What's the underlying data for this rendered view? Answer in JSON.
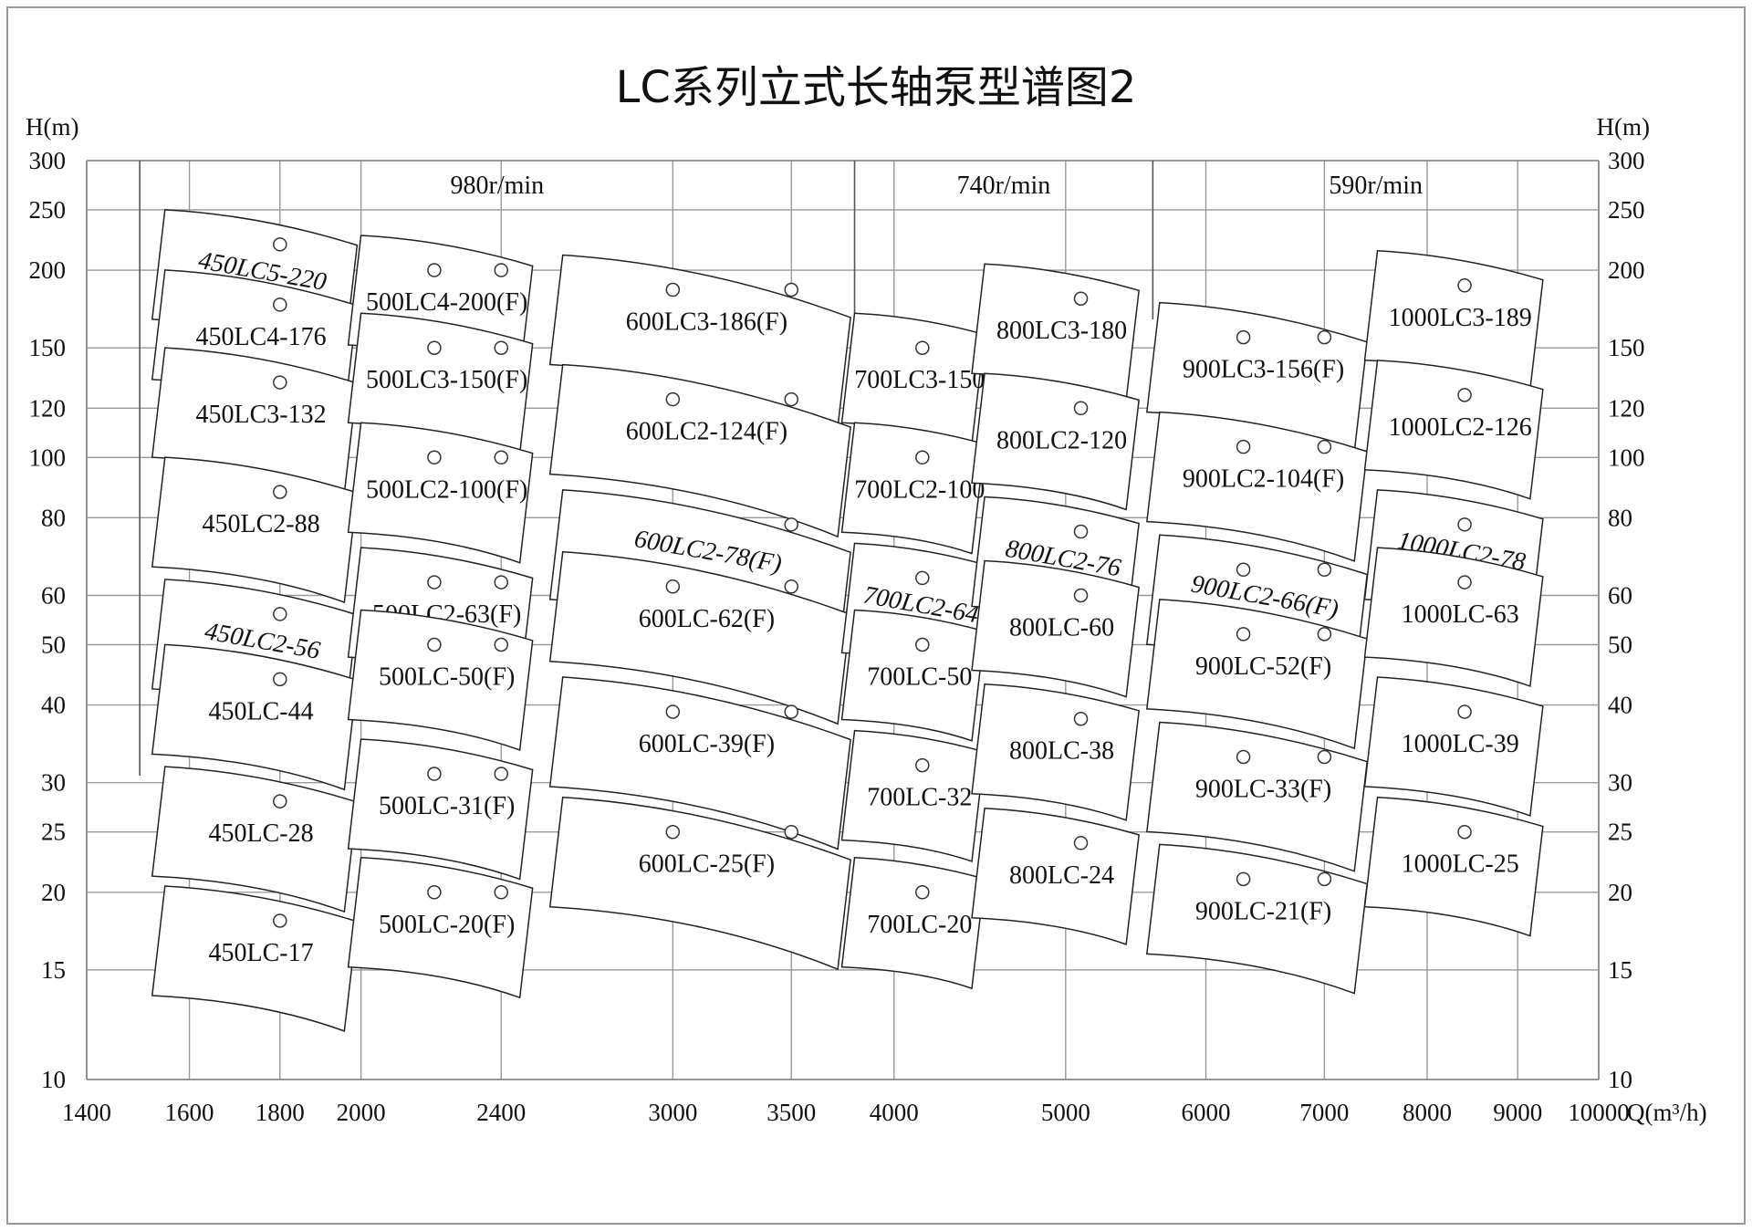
{
  "chart_data": {
    "type": "scatter",
    "title": "LC系列立式长轴泵型谱图2",
    "xlabel": "Q(m³/h)",
    "ylabel_left": "H(m)",
    "ylabel_right": "H(m)",
    "x_scale": "log",
    "y_scale": "log",
    "xlim": [
      1400,
      10000
    ],
    "ylim": [
      10,
      300
    ],
    "grid": true,
    "x_ticks": [
      1400,
      1600,
      1800,
      2000,
      2400,
      3000,
      3500,
      4000,
      5000,
      6000,
      7000,
      8000,
      9000,
      10000
    ],
    "y_ticks": [
      10,
      15,
      20,
      25,
      30,
      40,
      50,
      60,
      80,
      100,
      120,
      150,
      200,
      250,
      300
    ],
    "speed_bands": [
      {
        "label": "980r/min",
        "q_from": 1500,
        "q_to": 3800
      },
      {
        "label": "740r/min",
        "q_from": 3800,
        "q_to": 5600
      },
      {
        "label": "590r/min",
        "q_from": 5600,
        "q_to": 10000
      }
    ],
    "series": [
      {
        "name": "450LC5-220",
        "q": [
          1800
        ],
        "h": [
          220
        ],
        "italic": true
      },
      {
        "name": "450LC4-176",
        "q": [
          1800
        ],
        "h": [
          176
        ],
        "italic": false
      },
      {
        "name": "450LC3-132",
        "q": [
          1800
        ],
        "h": [
          132
        ],
        "italic": false
      },
      {
        "name": "450LC2-88",
        "q": [
          1800
        ],
        "h": [
          88
        ],
        "italic": false
      },
      {
        "name": "450LC2-56",
        "q": [
          1800
        ],
        "h": [
          56
        ],
        "italic": true
      },
      {
        "name": "450LC-44",
        "q": [
          1800
        ],
        "h": [
          44
        ],
        "italic": false
      },
      {
        "name": "450LC-28",
        "q": [
          1800
        ],
        "h": [
          28
        ],
        "italic": false
      },
      {
        "name": "450LC-17",
        "q": [
          1800
        ],
        "h": [
          18
        ],
        "italic": false
      },
      {
        "name": "500LC4-200(F)",
        "q": [
          2200,
          2400
        ],
        "h": [
          200,
          200
        ],
        "italic": false
      },
      {
        "name": "500LC3-150(F)",
        "q": [
          2200,
          2400
        ],
        "h": [
          150,
          150
        ],
        "italic": false
      },
      {
        "name": "500LC2-100(F)",
        "q": [
          2200,
          2400
        ],
        "h": [
          100,
          100
        ],
        "italic": false
      },
      {
        "name": "500LC2-63(F)",
        "q": [
          2200,
          2400
        ],
        "h": [
          63,
          63
        ],
        "italic": false
      },
      {
        "name": "500LC-50(F)",
        "q": [
          2200,
          2400
        ],
        "h": [
          50,
          50
        ],
        "italic": false
      },
      {
        "name": "500LC-31(F)",
        "q": [
          2200,
          2400
        ],
        "h": [
          31,
          31
        ],
        "italic": false
      },
      {
        "name": "500LC-20(F)",
        "q": [
          2200,
          2400
        ],
        "h": [
          20,
          20
        ],
        "italic": false
      },
      {
        "name": "600LC3-186(F)",
        "q": [
          3000,
          3500
        ],
        "h": [
          186,
          186
        ],
        "italic": false
      },
      {
        "name": "600LC2-124(F)",
        "q": [
          3000,
          3500
        ],
        "h": [
          124,
          124
        ],
        "italic": false
      },
      {
        "name": "600LC2-78(F)",
        "q": [
          3500
        ],
        "h": [
          78
        ],
        "italic": true
      },
      {
        "name": "600LC-62(F)",
        "q": [
          3000,
          3500
        ],
        "h": [
          62,
          62
        ],
        "italic": false
      },
      {
        "name": "600LC-39(F)",
        "q": [
          3000,
          3500
        ],
        "h": [
          39,
          39
        ],
        "italic": false
      },
      {
        "name": "600LC-25(F)",
        "q": [
          3000,
          3500
        ],
        "h": [
          25,
          25
        ],
        "italic": false
      },
      {
        "name": "700LC3-150",
        "q": [
          4150
        ],
        "h": [
          150
        ],
        "italic": false
      },
      {
        "name": "700LC2-100",
        "q": [
          4150
        ],
        "h": [
          100
        ],
        "italic": false
      },
      {
        "name": "700LC2-64",
        "q": [
          4150
        ],
        "h": [
          64
        ],
        "italic": true
      },
      {
        "name": "700LC-50",
        "q": [
          4150
        ],
        "h": [
          50
        ],
        "italic": false
      },
      {
        "name": "700LC-32",
        "q": [
          4150
        ],
        "h": [
          32
        ],
        "italic": false
      },
      {
        "name": "700LC-20",
        "q": [
          4150
        ],
        "h": [
          20
        ],
        "italic": false
      },
      {
        "name": "800LC3-180",
        "q": [
          5100
        ],
        "h": [
          180
        ],
        "italic": false
      },
      {
        "name": "800LC2-120",
        "q": [
          5100
        ],
        "h": [
          120
        ],
        "italic": false
      },
      {
        "name": "800LC2-76",
        "q": [
          5100
        ],
        "h": [
          76
        ],
        "italic": true
      },
      {
        "name": "800LC-60",
        "q": [
          5100
        ],
        "h": [
          60
        ],
        "italic": false
      },
      {
        "name": "800LC-38",
        "q": [
          5100
        ],
        "h": [
          38
        ],
        "italic": false
      },
      {
        "name": "800LC-24",
        "q": [
          5100
        ],
        "h": [
          24
        ],
        "italic": false
      },
      {
        "name": "900LC3-156(F)",
        "q": [
          6300,
          7000
        ],
        "h": [
          156,
          156
        ],
        "italic": false
      },
      {
        "name": "900LC2-104(F)",
        "q": [
          6300,
          7000
        ],
        "h": [
          104,
          104
        ],
        "italic": false
      },
      {
        "name": "900LC2-66(F)",
        "q": [
          6300,
          7000
        ],
        "h": [
          66,
          66
        ],
        "italic": true
      },
      {
        "name": "900LC-52(F)",
        "q": [
          6300,
          7000
        ],
        "h": [
          52,
          52
        ],
        "italic": false
      },
      {
        "name": "900LC-33(F)",
        "q": [
          6300,
          7000
        ],
        "h": [
          33,
          33
        ],
        "italic": false
      },
      {
        "name": "900LC-21(F)",
        "q": [
          6300,
          7000
        ],
        "h": [
          21,
          21
        ],
        "italic": false
      },
      {
        "name": "1000LC3-189",
        "q": [
          8400
        ],
        "h": [
          189
        ],
        "italic": false
      },
      {
        "name": "1000LC2-126",
        "q": [
          8400
        ],
        "h": [
          126
        ],
        "italic": false
      },
      {
        "name": "1000LC2-78",
        "q": [
          8400
        ],
        "h": [
          78
        ],
        "italic": true
      },
      {
        "name": "1000LC-63",
        "q": [
          8400
        ],
        "h": [
          63
        ],
        "italic": false
      },
      {
        "name": "1000LC-39",
        "q": [
          8400
        ],
        "h": [
          39
        ],
        "italic": false
      },
      {
        "name": "1000LC-25",
        "q": [
          8400
        ],
        "h": [
          25
        ],
        "italic": false
      }
    ]
  }
}
